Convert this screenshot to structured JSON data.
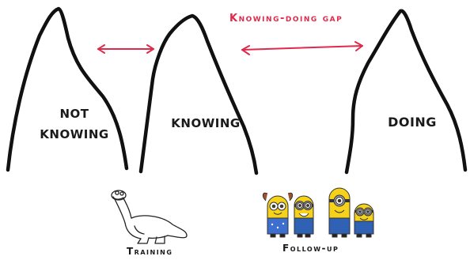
{
  "diagram": {
    "mountains": [
      {
        "id": "not-knowing",
        "label_lines": [
          "NOT",
          "KNOWING"
        ]
      },
      {
        "id": "knowing",
        "label_lines": [
          "KNOWING"
        ]
      },
      {
        "id": "doing",
        "label_lines": [
          "DOING"
        ]
      }
    ],
    "gap_label": "Knowing-doing gap",
    "captions": {
      "training": "Training",
      "follow_up": "Follow-up"
    },
    "colors": {
      "arrow": "#e0294b",
      "outline": "#111111",
      "minion_yellow": "#f7d21b",
      "minion_blue": "#2f62b5",
      "goggle": "#8a8a8a"
    },
    "icons": [
      "dinosaur-icon",
      "minions-icon"
    ]
  }
}
